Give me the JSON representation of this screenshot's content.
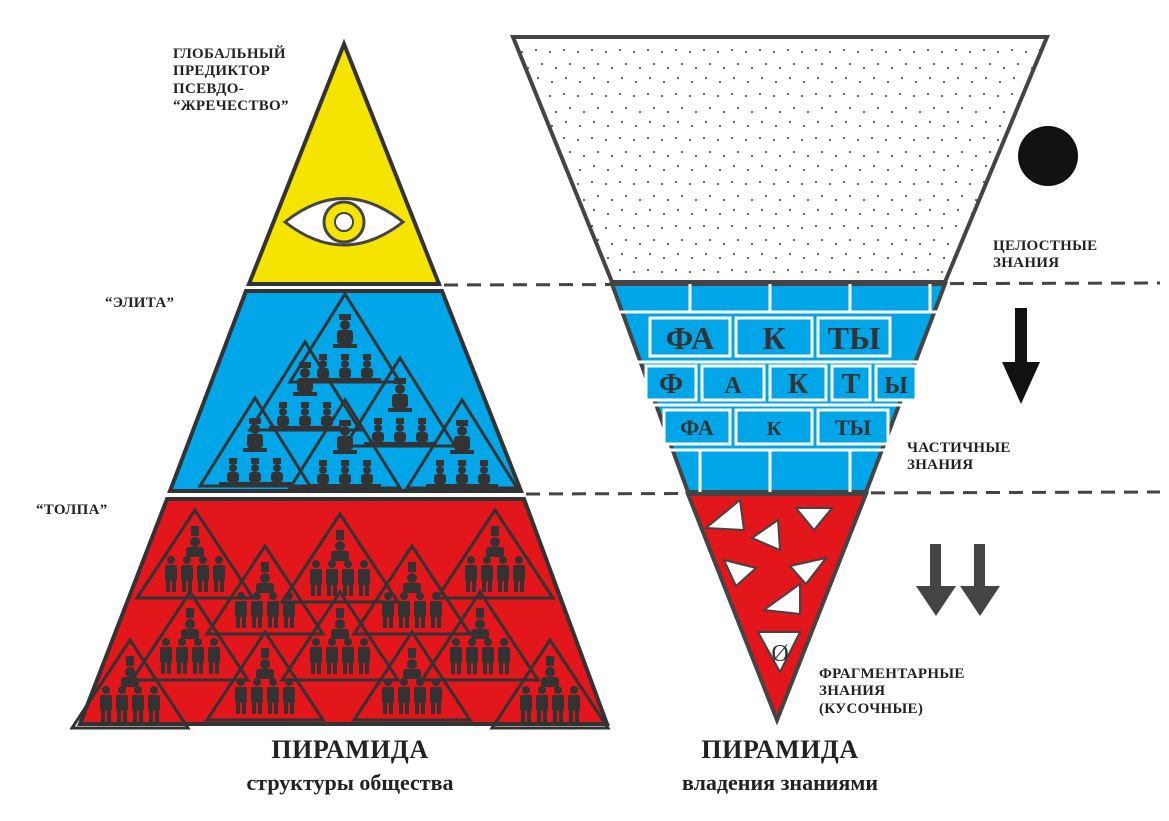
{
  "left_pyramid": {
    "top_label": "ГЛОБАЛЬНЫЙ\nПРЕДИКТОР\nПСЕВДО-\n“ЖРЕЧЕСТВО”",
    "elite_label": "“ЭЛИТА”",
    "crowd_label": "“ТОЛПА”",
    "title": "ПИРАМИДА",
    "subtitle": "структуры общества",
    "colors": {
      "top": "#f5e400",
      "middle": "#00a6e8",
      "bottom": "#e3161b"
    }
  },
  "right_pyramid": {
    "label_whole": "ЦЕЛОСТНЫЕ\nЗНАНИЯ",
    "label_partial": "ЧАСТИЧНЫЕ\nЗНАНИЯ",
    "label_fragment": "ФРАГМЕНТАРНЫЕ\nЗНАНИЯ\n(КУСОЧНЫЕ)",
    "facts_rows": [
      [
        "ФА",
        "К",
        "ТЫ"
      ],
      [
        "Ф",
        "А",
        "К",
        "Т",
        "Ы"
      ],
      [
        "ФА",
        "К",
        "ТЫ"
      ]
    ],
    "empty_symbol": "Ø",
    "title": "ПИРАМИДА",
    "subtitle": "владения знаниями",
    "colors": {
      "top": "#ffffff",
      "middle": "#00a6e8",
      "bottom": "#e3161b"
    }
  }
}
